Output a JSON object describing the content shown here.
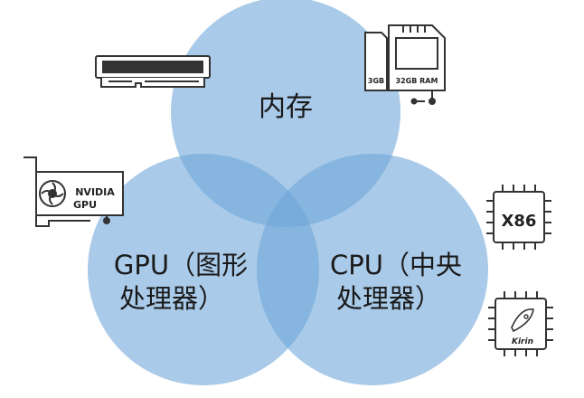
{
  "diagram": {
    "type": "venn",
    "colors": {
      "circle_fill": "#6fa6d9",
      "icon_stroke": "#333333",
      "background": "#ffffff"
    },
    "circles": [
      {
        "id": "memory",
        "label": "内存"
      },
      {
        "id": "gpu",
        "label_line1": "GPU（图形",
        "label_line2": "处理器）"
      },
      {
        "id": "cpu",
        "label_line1": "CPU（中央",
        "label_line2": "处理器）"
      }
    ],
    "icons": [
      {
        "name": "ram-stick-icon"
      },
      {
        "name": "sd-card-icon",
        "text_left": "3GB",
        "text_main": "32GB RAM"
      },
      {
        "name": "graphics-card-icon",
        "text_line1": "NVIDIA",
        "text_line2": "GPU"
      },
      {
        "name": "x86-chip-icon",
        "text": "X86"
      },
      {
        "name": "kirin-chip-icon",
        "text": "Kirin"
      }
    ]
  }
}
